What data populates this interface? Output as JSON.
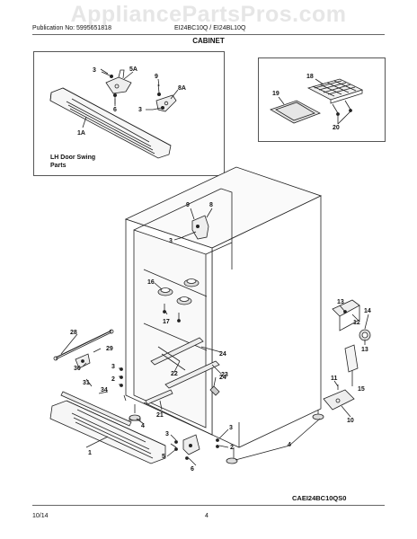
{
  "watermark": "AppliancePartsPros.com",
  "header": {
    "publication": "Publication No: 5995651818",
    "models": "EI24BC10Q / EI24BL10Q",
    "section": "CABINET"
  },
  "inset_left": {
    "caption_line1": "LH Door Swing",
    "caption_line2": "Parts"
  },
  "diagram_code": "CAEI24BC10QS0",
  "footer": {
    "date": "10/14",
    "page": "4"
  },
  "callouts": {
    "c3a": "3",
    "c5a": "5A",
    "c6a": "6",
    "c9a": "9",
    "c8a": "8A",
    "c3b": "3",
    "c1a": "1A",
    "c18": "18",
    "c19": "19",
    "c20": "20",
    "c9": "9",
    "c8": "8",
    "c3c": "3",
    "c16": "16",
    "c17": "17",
    "c13a": "13",
    "c12": "12",
    "c14": "14",
    "c13b": "13",
    "c28": "28",
    "c29": "29",
    "c30": "30",
    "c31": "31",
    "c34": "34",
    "c3d": "3",
    "c2a": "2",
    "c4a": "4",
    "c24a": "24",
    "c22": "22",
    "c24b": "24",
    "c23": "23",
    "c21": "21",
    "c11": "11",
    "c15": "15",
    "c10": "10",
    "c1": "1",
    "c3e": "3",
    "c5": "5",
    "c6": "6",
    "c3f": "3",
    "c2b": "2",
    "c4b": "4"
  }
}
